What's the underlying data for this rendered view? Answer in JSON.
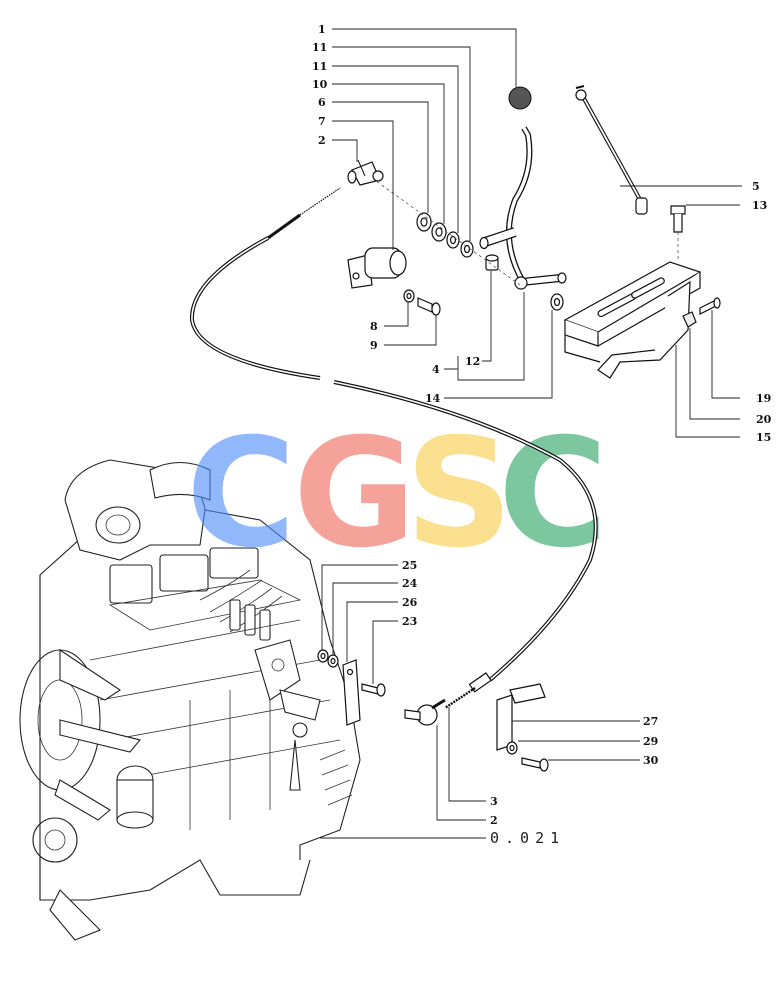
{
  "callouts": {
    "c1": "1",
    "c11a": "11",
    "c11b": "11",
    "c10": "10",
    "c6": "6",
    "c7": "7",
    "c2a": "2",
    "c5": "5",
    "c13": "13",
    "c8": "8",
    "c9": "9",
    "c12": "12",
    "c4": "4",
    "c14": "14",
    "c19": "19",
    "c20": "20",
    "c15": "15",
    "c25": "25",
    "c24": "24",
    "c26": "26",
    "c23": "23",
    "c27": "27",
    "c29": "29",
    "c30": "30",
    "c3": "3",
    "c2b": "2"
  },
  "reference": "0.021",
  "watermark": {
    "letters": [
      "C",
      "G",
      "S",
      "C"
    ],
    "colors": [
      "#4d8ef7",
      "#f06a5e",
      "#f7cd4a",
      "#2fa565"
    ]
  }
}
